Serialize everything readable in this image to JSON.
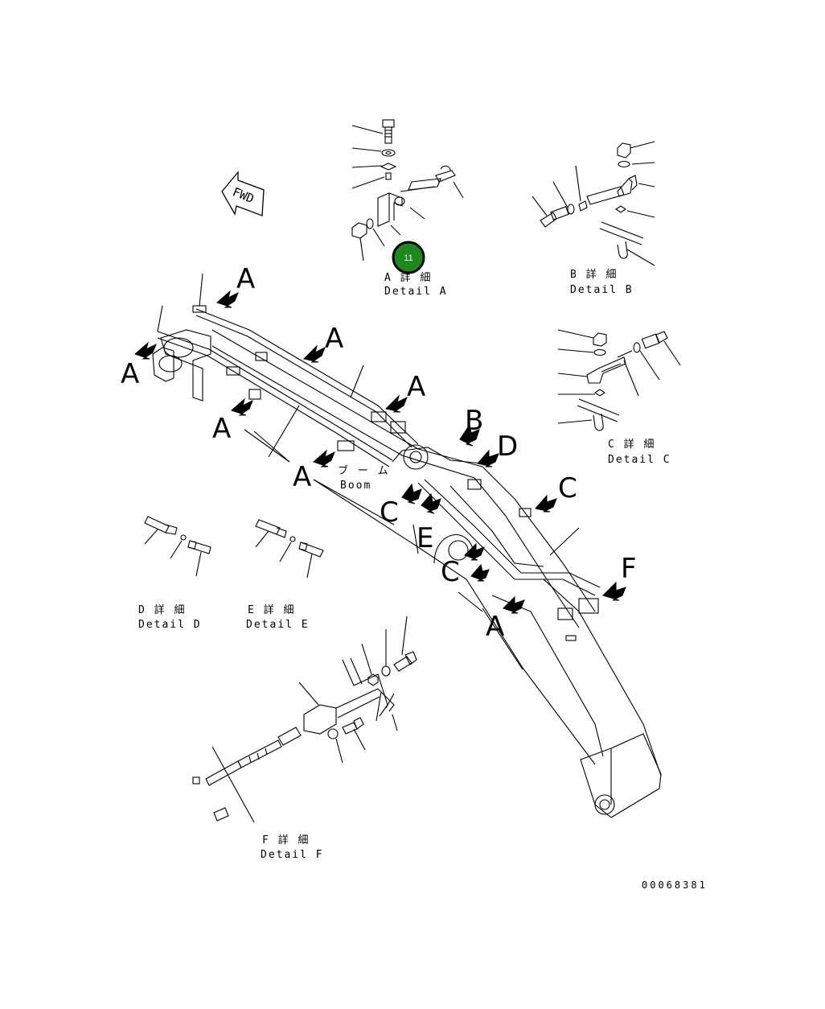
{
  "fwd_label": "FWD",
  "part_marker": {
    "id": "11",
    "color": "#1e8a1e"
  },
  "details": {
    "a": {
      "jp": "A 詳 細",
      "en": "Detail A"
    },
    "b": {
      "jp": "B 詳 細",
      "en": "Detail B"
    },
    "c": {
      "jp": "C 詳 細",
      "en": "Detail C"
    },
    "d": {
      "jp": "D 詳 細",
      "en": "Detail D"
    },
    "e": {
      "jp": "E 詳 細",
      "en": "Detail E"
    },
    "f": {
      "jp": "F 詳 細",
      "en": "Detail F"
    }
  },
  "boom": {
    "jp": "ブ ー ム",
    "en": "Boom"
  },
  "callouts": [
    "A",
    "A",
    "A",
    "A",
    "A",
    "A",
    "A",
    "B",
    "C",
    "C",
    "C",
    "D",
    "E",
    "F"
  ],
  "drawing_number": "00068381"
}
